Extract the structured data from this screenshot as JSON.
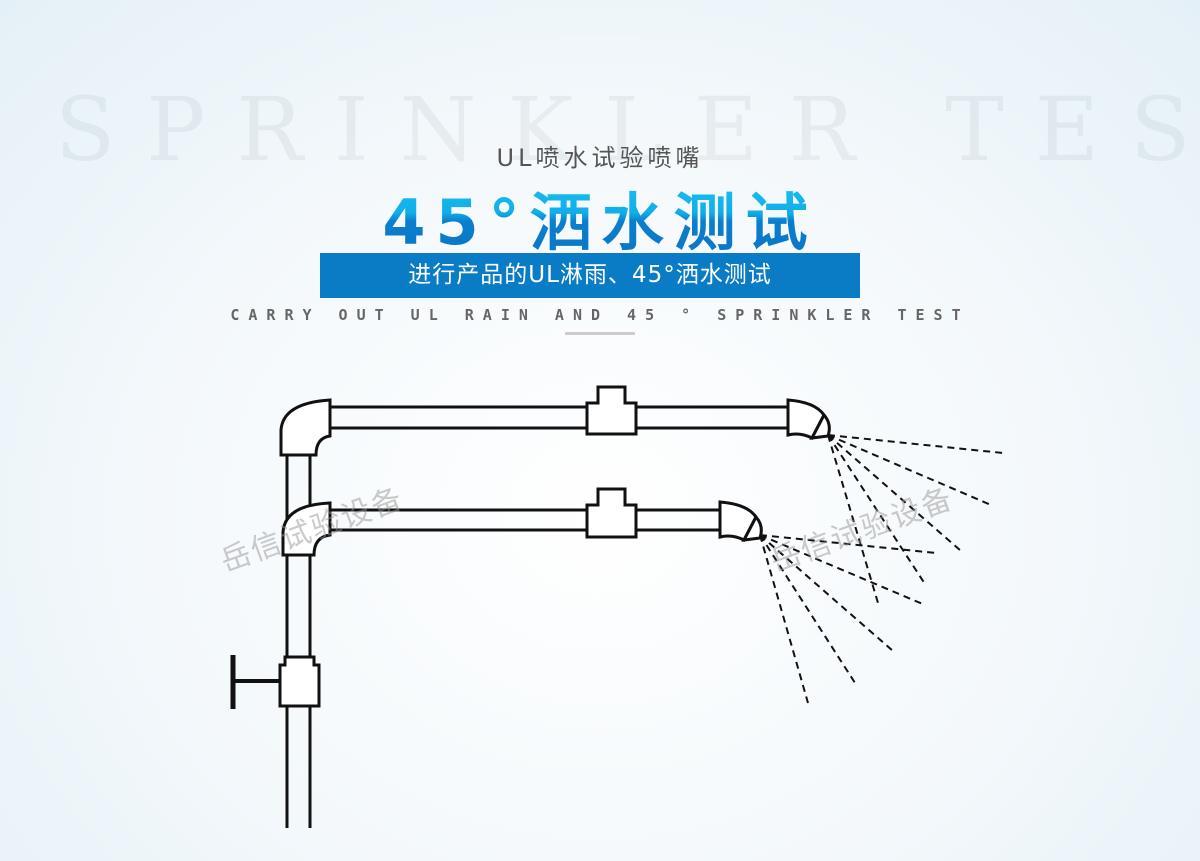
{
  "background_text": "SPRINKLER TEST",
  "subtitle": "UL喷水试验喷嘴",
  "title": "45°洒水测试",
  "banner": "进行产品的UL淋雨、45°洒水测试",
  "english_caption": "CARRY OUT UL RAIN AND 45 ° SPRINKLER TEST",
  "watermarks": [
    "岳信试验设备",
    "岳信试验设备"
  ],
  "colors": {
    "accent": "#0a7cc5",
    "title_light": "#18c6f2",
    "line": "#111111"
  }
}
